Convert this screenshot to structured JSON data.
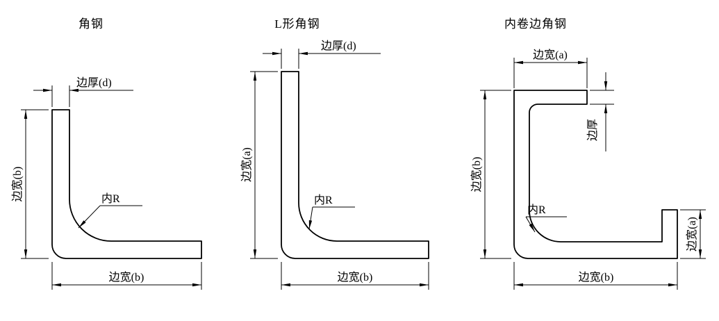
{
  "page": {
    "background_color": "#ffffff",
    "line_color": "#000000"
  },
  "diagrams": [
    {
      "title": "角钢",
      "labels": {
        "edge_thickness": "边厚(d)",
        "edge_width_left": "边宽(b)",
        "inner_radius": "内R",
        "edge_width_bottom": "边宽(b)"
      }
    },
    {
      "title": "L形角钢",
      "labels": {
        "edge_thickness": "边厚(d)",
        "edge_width_left": "边宽(a)",
        "inner_radius": "内R",
        "edge_width_bottom": "边宽(b)"
      }
    },
    {
      "title": "内卷边角钢",
      "labels": {
        "edge_width_top": "边宽(a)",
        "lip_thickness": "边厚",
        "edge_width_left": "边宽(b)",
        "inner_radius": "内R",
        "edge_width_right": "边宽(a)",
        "edge_width_bottom": "边宽(b)"
      }
    }
  ]
}
